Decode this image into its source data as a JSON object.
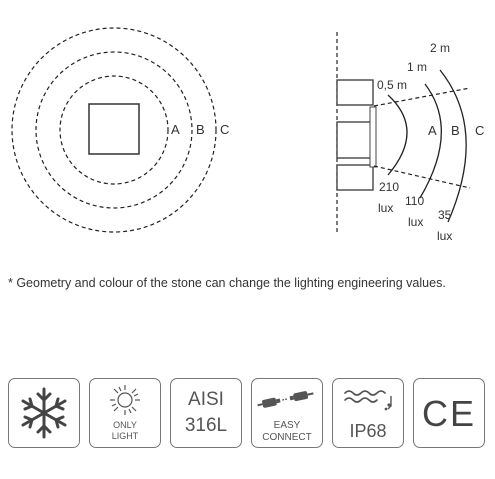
{
  "diagram": {
    "left_rings": [
      "A",
      "B",
      "C"
    ],
    "side_rings": [
      "A",
      "B",
      "C"
    ],
    "distances": [
      "0,5 m",
      "1 m",
      "2 m"
    ],
    "lux": [
      {
        "value": "210",
        "unit": "lux"
      },
      {
        "value": "110",
        "unit": "lux"
      },
      {
        "value": "35",
        "unit": "lux"
      }
    ]
  },
  "note": "* Geometry and colour of the stone can change the lighting engineering values.",
  "badges": {
    "only_light": [
      "ONLY",
      "LIGHT"
    ],
    "aisi": [
      "AISI",
      "316L"
    ],
    "easy_connect": [
      "EASY",
      "CONNECT"
    ],
    "ip": "IP68",
    "ce": "CE"
  }
}
